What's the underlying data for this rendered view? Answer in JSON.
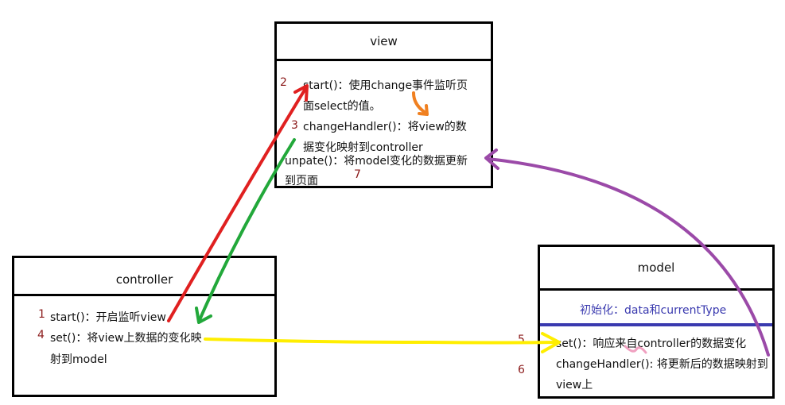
{
  "view": {
    "title": "view",
    "line1a": "start()：使用change事件监听页",
    "line1b": "面select的值。",
    "line2a": "changeHandler()：将view的数",
    "line2b": "据变化映射到controller",
    "line3a": "unpate()：将model变化的数据更新",
    "line3b": "到页面"
  },
  "controller": {
    "title": "controller",
    "line1": "start()：开启监听view",
    "line2a": "set()：将view上数据的变化映",
    "line2b": "射到model"
  },
  "model": {
    "title": "model",
    "init": "初始化：data和currentType",
    "line1": "set()：响应来自controller的数据变化",
    "line2a": "changeHandler(): 将更新后的数据映射到",
    "line2b": "view上"
  },
  "steps": {
    "s1": "1",
    "s2": "2",
    "s3": "3",
    "s4": "4",
    "s5": "5",
    "s6": "6",
    "s7": "7"
  },
  "colors": {
    "red": "#e02020",
    "green": "#22a83a",
    "yellow": "#ffee00",
    "purple": "#9b4aa8",
    "orange": "#f08020",
    "pink": "#f0a0c0",
    "blue": "#3a3aaf"
  }
}
